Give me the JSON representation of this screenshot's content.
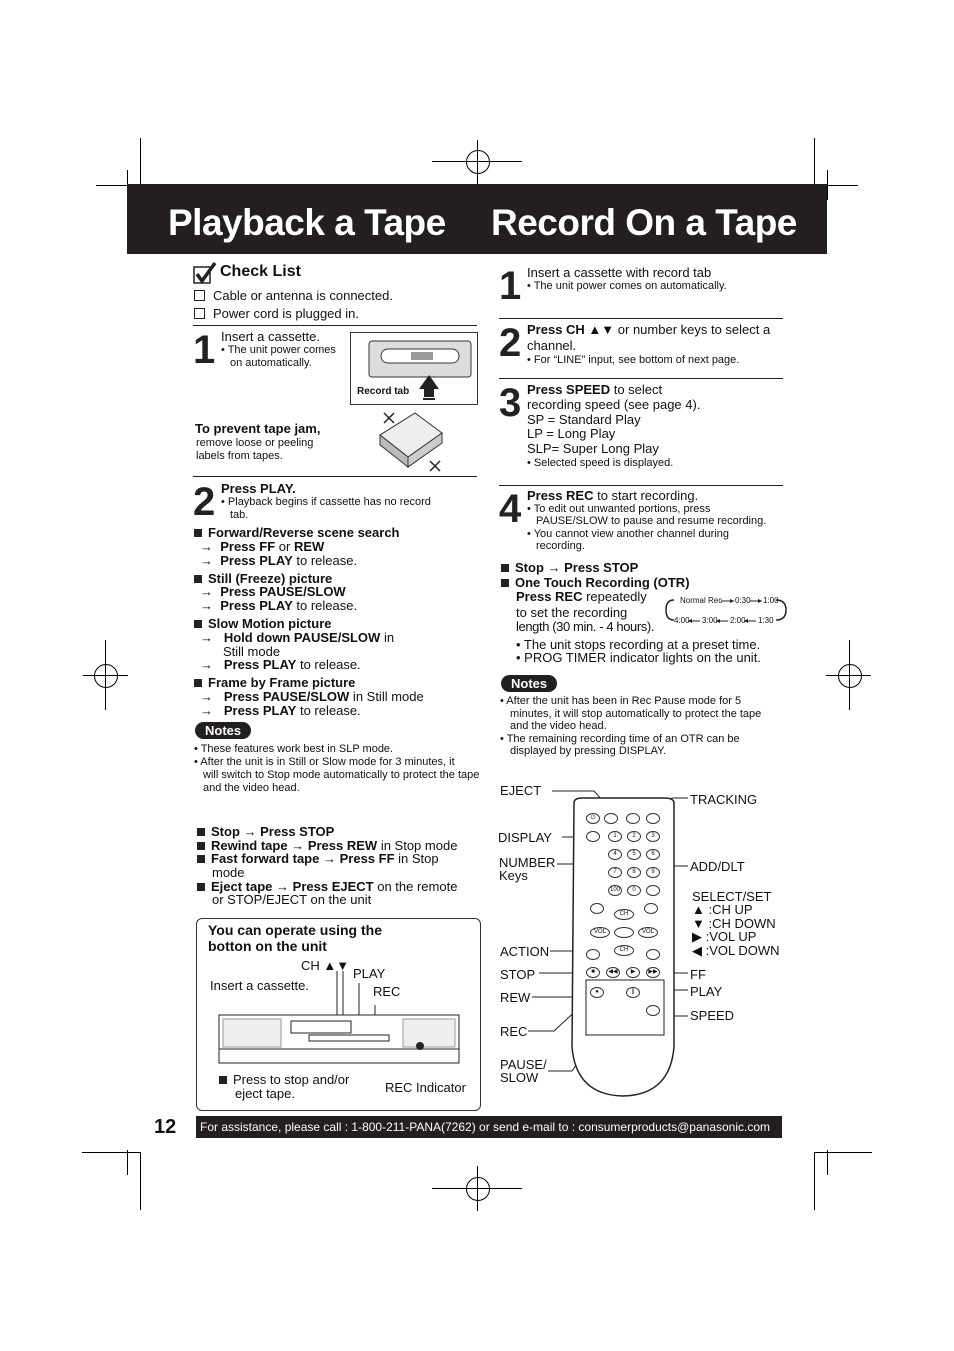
{
  "titles": {
    "left": "Playback a Tape",
    "right": "Record On a Tape"
  },
  "checklist": {
    "heading": "Check List",
    "items": [
      "Cable or antenna is connected.",
      "Power cord is plugged in."
    ]
  },
  "playback": {
    "step1": {
      "num": "1",
      "text": "Insert a cassette.",
      "note1": "• The unit power comes",
      "note2": "on automatically.",
      "record_tab": "Record tab"
    },
    "jam": {
      "title": "To prevent tape jam,",
      "line1": "remove loose or peeling",
      "line2": "labels from tapes."
    },
    "step2": {
      "num": "2",
      "title": "Press PLAY.",
      "note1": "• Playback begins if cassette has no record",
      "note2": "tab."
    },
    "ffrew": {
      "title": "Forward/Reverse scene search",
      "l1a": "Press FF",
      "l1b": " or ",
      "l1c": "REW",
      "l2a": "Press PLAY",
      "l2b": " to release."
    },
    "still": {
      "title": "Still (Freeze) picture",
      "l1": "Press PAUSE/SLOW",
      "l2a": "Press PLAY",
      "l2b": " to release."
    },
    "slow": {
      "title": "Slow Motion picture",
      "l1a": "Hold down PAUSE/SLOW",
      "l1b": " in",
      "l1c": "Still mode",
      "l2a": "Press PLAY",
      "l2b": " to release."
    },
    "frame": {
      "title": "Frame by Frame picture",
      "l1a": "Press PAUSE/SLOW",
      "l1b": " in Still mode",
      "l2a": "Press PLAY",
      "l2b": " to release."
    },
    "notes_label": "Notes",
    "notes": [
      "• These features work best in SLP mode.",
      "• After the unit is in Still or Slow mode for 3 minutes, it",
      "will switch to Stop mode automatically to protect the tape",
      "and the video head."
    ],
    "ops": {
      "stop_a": "Stop",
      "stop_b": "Press STOP",
      "rew_a": "Rewind tape",
      "rew_b": "Press REW",
      "rew_c": " in Stop mode",
      "ff_a": "Fast forward tape",
      "ff_b": "Press FF",
      "ff_c": " in Stop",
      "ff_d": "mode",
      "ej_a": "Eject tape",
      "ej_b": "Press EJECT",
      "ej_c": " on the remote",
      "ej_d": "or STOP/EJECT on the unit"
    },
    "unitbox": {
      "title1": "You can operate using the",
      "title2": "botton on the unit",
      "ch": "CH ▲▼",
      "play": "PLAY",
      "rec": "REC",
      "insert": "Insert a cassette.",
      "press_stop1": "Press to stop and/or",
      "press_stop2": "eject tape.",
      "rec_ind": "REC Indicator"
    }
  },
  "record": {
    "step1": {
      "num": "1",
      "text": "Insert a cassette with record tab",
      "note": "• The unit power comes on automatically."
    },
    "step2": {
      "num": "2",
      "a": "Press CH ▲▼",
      "b": " or number keys to select a",
      "c": "channel.",
      "note": "• For “LINE” input, see bottom of next page."
    },
    "step3": {
      "num": "3",
      "a": "Press SPEED",
      "b": " to select",
      "c": "recording speed (see page 4).",
      "sp": "SP    = Standard Play",
      "lp": "LP    = Long Play",
      "slp": "SLP= Super Long Play",
      "note": "• Selected speed is displayed."
    },
    "step4": {
      "num": "4",
      "a": "Press REC",
      "b": " to start recording.",
      "n1": "• To edit out unwanted portions, press",
      "n2": "PAUSE/SLOW to pause and resume recording.",
      "n3": "• You cannot view another channel during",
      "n4": "recording."
    },
    "stop": {
      "a": "Stop",
      "b": "Press STOP"
    },
    "otr": {
      "title": "One Touch Recording (OTR)",
      "a": "Press REC",
      "b": " repeatedly",
      "c": "to set the recording",
      "d": "length (30 min. - 4 hours).",
      "diag": [
        "Normal Rec",
        "0:30",
        "1:00",
        "4:00",
        "3:00",
        "2:00",
        "1:30"
      ],
      "b1": "• The unit stops recording at a preset time.",
      "b2": "• PROG TIMER indicator lights on the unit."
    },
    "notes_label": "Notes",
    "notes": [
      "• After the unit has been in Rec Pause mode for 5",
      "minutes, it will stop automatically to protect the tape",
      "and the video head.",
      "• The remaining recording time of an OTR can be",
      "displayed by pressing DISPLAY."
    ],
    "remote": {
      "eject": "EJECT",
      "tracking": "TRACKING",
      "display": "DISPLAY",
      "number1": "NUMBER",
      "number2": "Keys",
      "adddlt": "ADD/DLT",
      "select": "SELECT/SET",
      "chup": "▲ :CH UP",
      "chdown": "▼ :CH DOWN",
      "volup": "▶ :VOL UP",
      "voldown": "◀ :VOL DOWN",
      "action": "ACTION",
      "stop": "STOP",
      "ff": "FF",
      "rew": "REW",
      "play": "PLAY",
      "speed": "SPEED",
      "rec": "REC",
      "pause1": "PAUSE/",
      "pause2": "SLOW"
    }
  },
  "page_number": "12",
  "footer": "For assistance, please call : 1-800-211-PANA(7262) or send e-mail to : consumerproducts@panasonic.com"
}
